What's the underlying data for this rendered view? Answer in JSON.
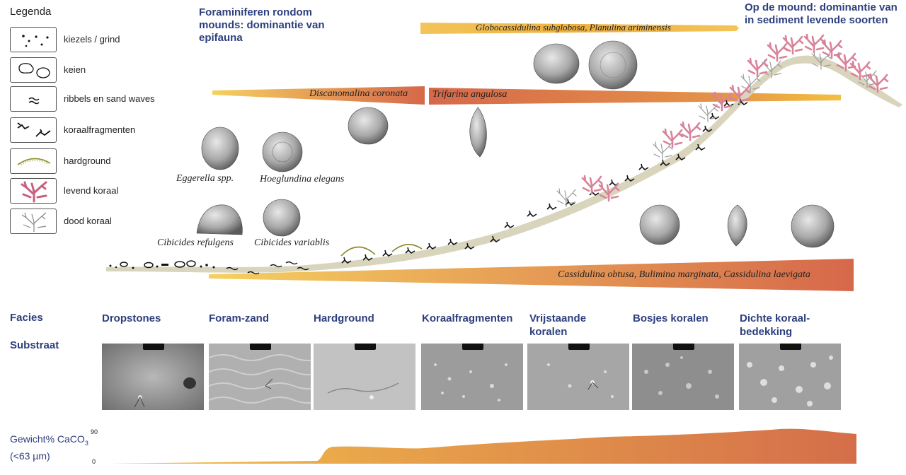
{
  "legend": {
    "title": "Legenda",
    "items": [
      {
        "label": "kiezels / grind",
        "icon": "pebbles-icon"
      },
      {
        "label": "keien",
        "icon": "boulders-icon"
      },
      {
        "label": "ribbels en sand waves",
        "icon": "ripples-icon"
      },
      {
        "label": "koraalfragmenten",
        "icon": "coral-fragments-icon"
      },
      {
        "label": "hardground",
        "icon": "hardground-icon"
      },
      {
        "label": "levend koraal",
        "icon": "living-coral-icon"
      },
      {
        "label": "dood koraal",
        "icon": "dead-coral-icon"
      }
    ]
  },
  "headings": {
    "left": "Foraminiferen rondom mounds: dominantie van epifauna",
    "right": "Op de mound: dominantie van in sediment levende soorten"
  },
  "species": {
    "globo": "Globocassidulina subglobosa, Planulina ariminensis",
    "discanomalina": "Discanomalina coronata",
    "trifarina": "Trifarina angulosa",
    "eggerella": "Eggerella spp.",
    "hoeglundina": "Hoeglundina elegans",
    "cibicides_ref": "Cibicides refulgens",
    "cibicides_var": "Cibicides variablis",
    "cassidulina": "Cassidulina obtusa, Bulimina marginata, Cassidulina laevigata"
  },
  "rows": {
    "facies": "Facies",
    "substraat": "Substraat"
  },
  "facies": [
    "Dropstones",
    "Foram-zand",
    "Hardground",
    "Koraalfragmenten",
    "Vrijstaande koralen",
    "Bosjes koralen",
    "Dichte koraal-bedekking"
  ],
  "facies_lines": [
    [
      "Dropstones"
    ],
    [
      "Foram-zand"
    ],
    [
      "Hardground"
    ],
    [
      "Koraalfragmenten"
    ],
    [
      "Vrijstaande",
      "koralen"
    ],
    [
      "Bosjes koralen"
    ],
    [
      "Dichte koraal-",
      "bedekking"
    ]
  ],
  "caco3": {
    "label_main": "Gewicht% CaCO",
    "label_sub": "3",
    "label_range": "(<63 µm)",
    "ymax": "90",
    "ymin": "0"
  },
  "colors": {
    "heading": "#2d3f7d",
    "wedge_light": "#f2c94c",
    "wedge_dark": "#d9704a",
    "living_coral": "#d8839a",
    "sediment": "#d9d4bc"
  }
}
